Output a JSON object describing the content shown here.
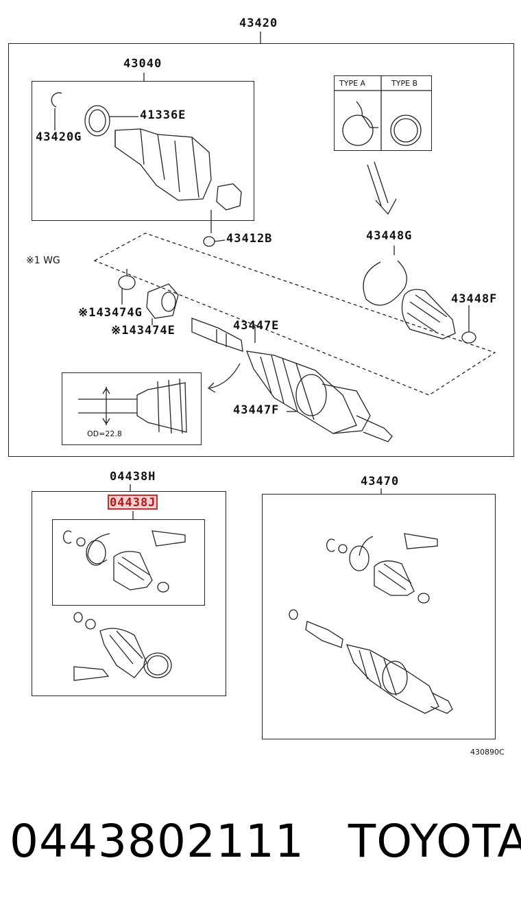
{
  "labels": {
    "assy_top": "43420",
    "inboard_joint": "43040",
    "snap_ring": "43420G",
    "seal": "41336E",
    "nut": "43412B",
    "band_outer": "43448G",
    "boot_outer": "43448F",
    "band_inner": "※143474G",
    "damper": "※143474E",
    "shaft": "43447E",
    "boot_inner": "43447F",
    "note_wg": "※1 WG",
    "type_a": "TYPE A",
    "type_b": "TYPE B",
    "od": "OD=22.8",
    "kit_h": "04438H",
    "kit_j": "04438J",
    "assy_right": "43470",
    "fig_code": "430890C"
  },
  "footer": {
    "part_number": "0443802111",
    "brand": "TOYOTA"
  },
  "colors": {
    "line": "#222222",
    "highlight": "#d02a2a"
  }
}
